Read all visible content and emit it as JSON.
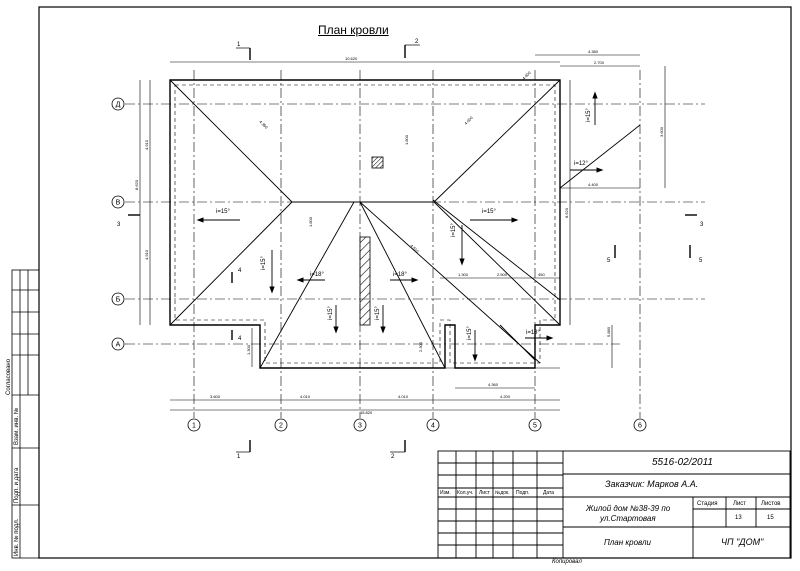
{
  "drawing": {
    "title": "План кровли",
    "axes_letters": [
      "Д",
      "В",
      "Б",
      "А"
    ],
    "axes_numbers": [
      "1",
      "2",
      "3",
      "4",
      "5",
      "6"
    ],
    "section_marks": [
      "1",
      "1",
      "2",
      "2",
      "3",
      "3",
      "4",
      "4",
      "5",
      "5"
    ],
    "slopes": [
      "i=15°",
      "i=15°",
      "i=15°",
      "i=18°",
      "i=18°",
      "i=15°",
      "i=15°",
      "i=15°",
      "i=12°",
      "i=15°",
      "i=18°",
      "i=15°"
    ],
    "dims": {
      "top_total": "10.620",
      "top_right_a": "4.380",
      "top_right_b": "2.700",
      "right_a": "3.600",
      "right_b": "8.620",
      "right_c": "5.880",
      "mid_right": "4.400",
      "mid_1": "1.300",
      "mid_2": "2.500",
      "mid_3": "450",
      "left_a": "8.620",
      "left_b": "4.910",
      "left_c": "4.910",
      "bottom_1": "3.600",
      "bottom_2": "4.010",
      "bottom_3": "4.010",
      "bottom_4": "4.200",
      "bottom_total": "15.820",
      "bottom_right": "4.360",
      "small_1": "1.300",
      "small_2": "1.800",
      "small_3": "2.300",
      "ridge_1": "4.350",
      "ridge_2": "4.000",
      "ridge_3": "4.400",
      "valley": "4.510",
      "height": "1.800"
    }
  },
  "side_labels": [
    "Согласовано",
    "Взам. инв. №",
    "Подп. и дата",
    "Инв. № подл."
  ],
  "title_block": {
    "doc_code": "5516-02/2011",
    "customer": "Заказчик: Марков А.А.",
    "headers": [
      "Изм.",
      "Кол.уч.",
      "Лист",
      "№док.",
      "Подп.",
      "Дата"
    ],
    "object_line1": "Жилой дом №38-39 по",
    "object_line2": "ул.Стартовая",
    "stage_label": "Стадия",
    "sheet_label": "Лист",
    "sheets_label": "Листов",
    "sheet_value": "13",
    "sheets_value": "15",
    "drawing_name": "План кровли",
    "company": "ЧП \"ДОМ\""
  },
  "footer": {
    "copied": "Копировал"
  }
}
